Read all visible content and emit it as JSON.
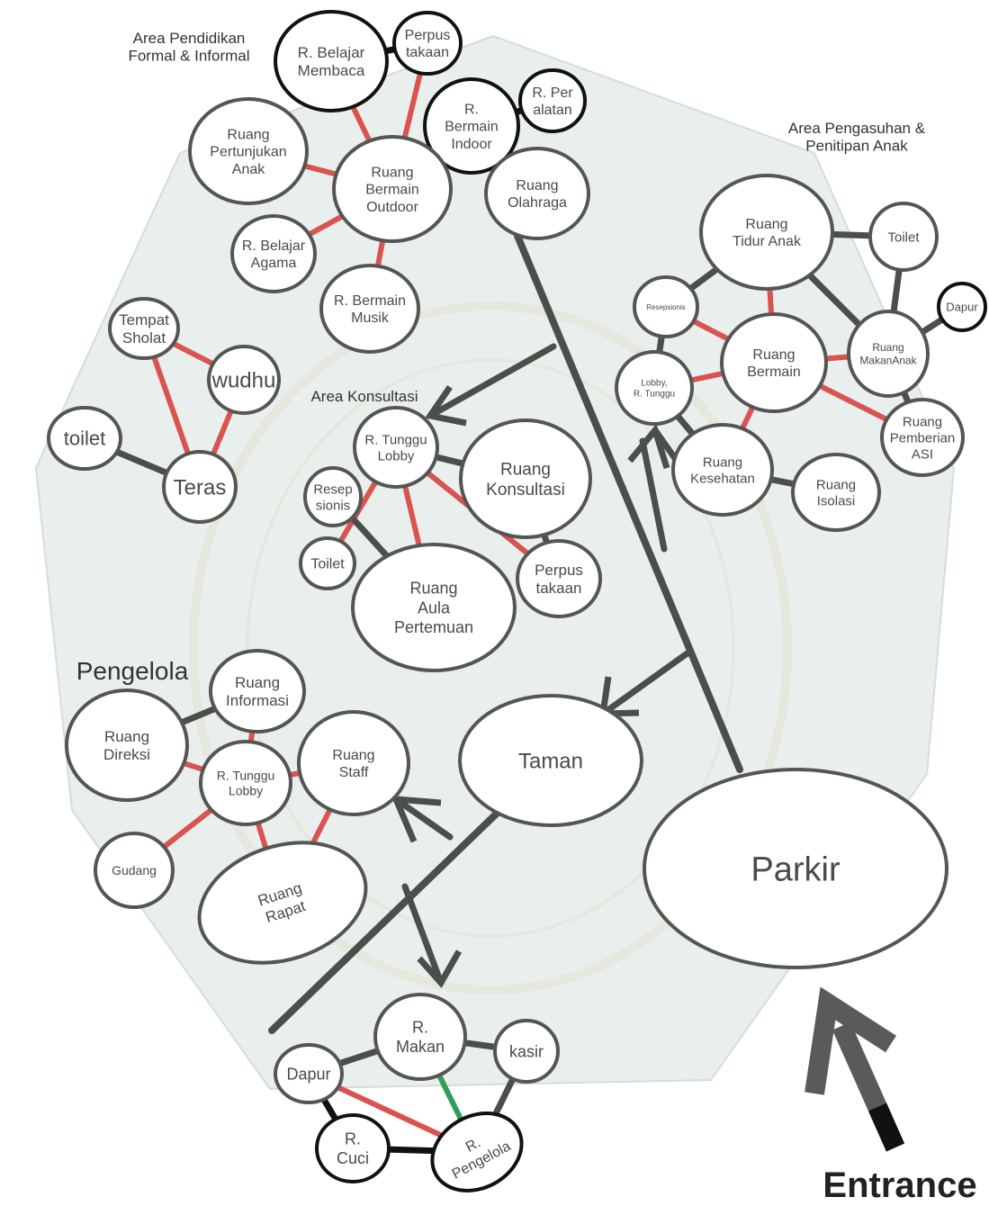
{
  "colors": {
    "node_fill": "#ffffff",
    "node_stroke": "#555555",
    "node_stroke_dark": "#111111",
    "link_dark": "#4a4f4b",
    "link_red": "#d9534f",
    "link_green": "#2e9d5a",
    "background_shape": "#e9efec",
    "watermark": "#e3dcc4"
  },
  "zones": {
    "pendidikan": "Area Pendidikan\nFormal & Informal",
    "pengasuhan": "Area Pengasuhan &\nPenitipan Anak",
    "konsultasi": "Area Konsultasi",
    "pengelola": "Pengelola"
  },
  "entrance": "Entrance",
  "nodes": {
    "r_belajar_membaca": "R. Belajar\nMembaca",
    "perpus_a": "Perpus\ntakaan",
    "r_bermain_indoor": "R.\nBermain\nIndoor",
    "r_peralatan": "R. Per\nalatan",
    "ruang_pertunjukan": "Ruang\nPertunjukan\nAnak",
    "ruang_bermain_outdoor": "Ruang\nBermain\nOutdoor",
    "ruang_olahraga": "Ruang\nOlahraga",
    "r_belajar_agama": "R. Belajar\nAgama",
    "r_bermain_musik": "R. Bermain\nMusik",
    "tempat_sholat": "Tempat\nSholat",
    "wudhu": "wudhu",
    "toilet_teras": "toilet",
    "teras": "Teras",
    "r_tunggu_lobby_k": "R. Tunggu\nLobby",
    "ruang_konsultasi": "Ruang\nKonsultasi",
    "resepsionis_k": "Resep\nsionis",
    "toilet_k": "Toilet",
    "ruang_aula": "Ruang\nAula\nPertemuan",
    "perpus_k": "Perpus\ntakaan",
    "ruang_tidur_anak": "Ruang\nTidur Anak",
    "toilet_p": "Toilet",
    "dapur_p": "Dapur",
    "resepsionis_p": "Resepsionis",
    "ruang_bermain_p": "Ruang\nBermain",
    "ruang_makan_anak": "Ruang\nMakanAnak",
    "lobby_p": "Lobby,\nR. Tunggu",
    "ruang_pemberian_asi": "Ruang\nPemberian\nASI",
    "ruang_kesehatan": "Ruang\nKesehatan",
    "ruang_isolasi": "Ruang\nIsolasi",
    "ruang_informasi": "Ruang\nInformasi",
    "ruang_direksi": "Ruang\nDireksi",
    "r_tunggu_lobby_g": "R. Tunggu\nLobby",
    "ruang_staff": "Ruang\nStaff",
    "gudang": "Gudang",
    "ruang_rapat": "Ruang\nRapat",
    "taman": "Taman",
    "parkir": "Parkir",
    "r_makan": "R.\nMakan",
    "kasir": "kasir",
    "dapur_s": "Dapur",
    "r_cuci": "R.\nCuci",
    "r_pengelola": "R.\nPengelola"
  }
}
